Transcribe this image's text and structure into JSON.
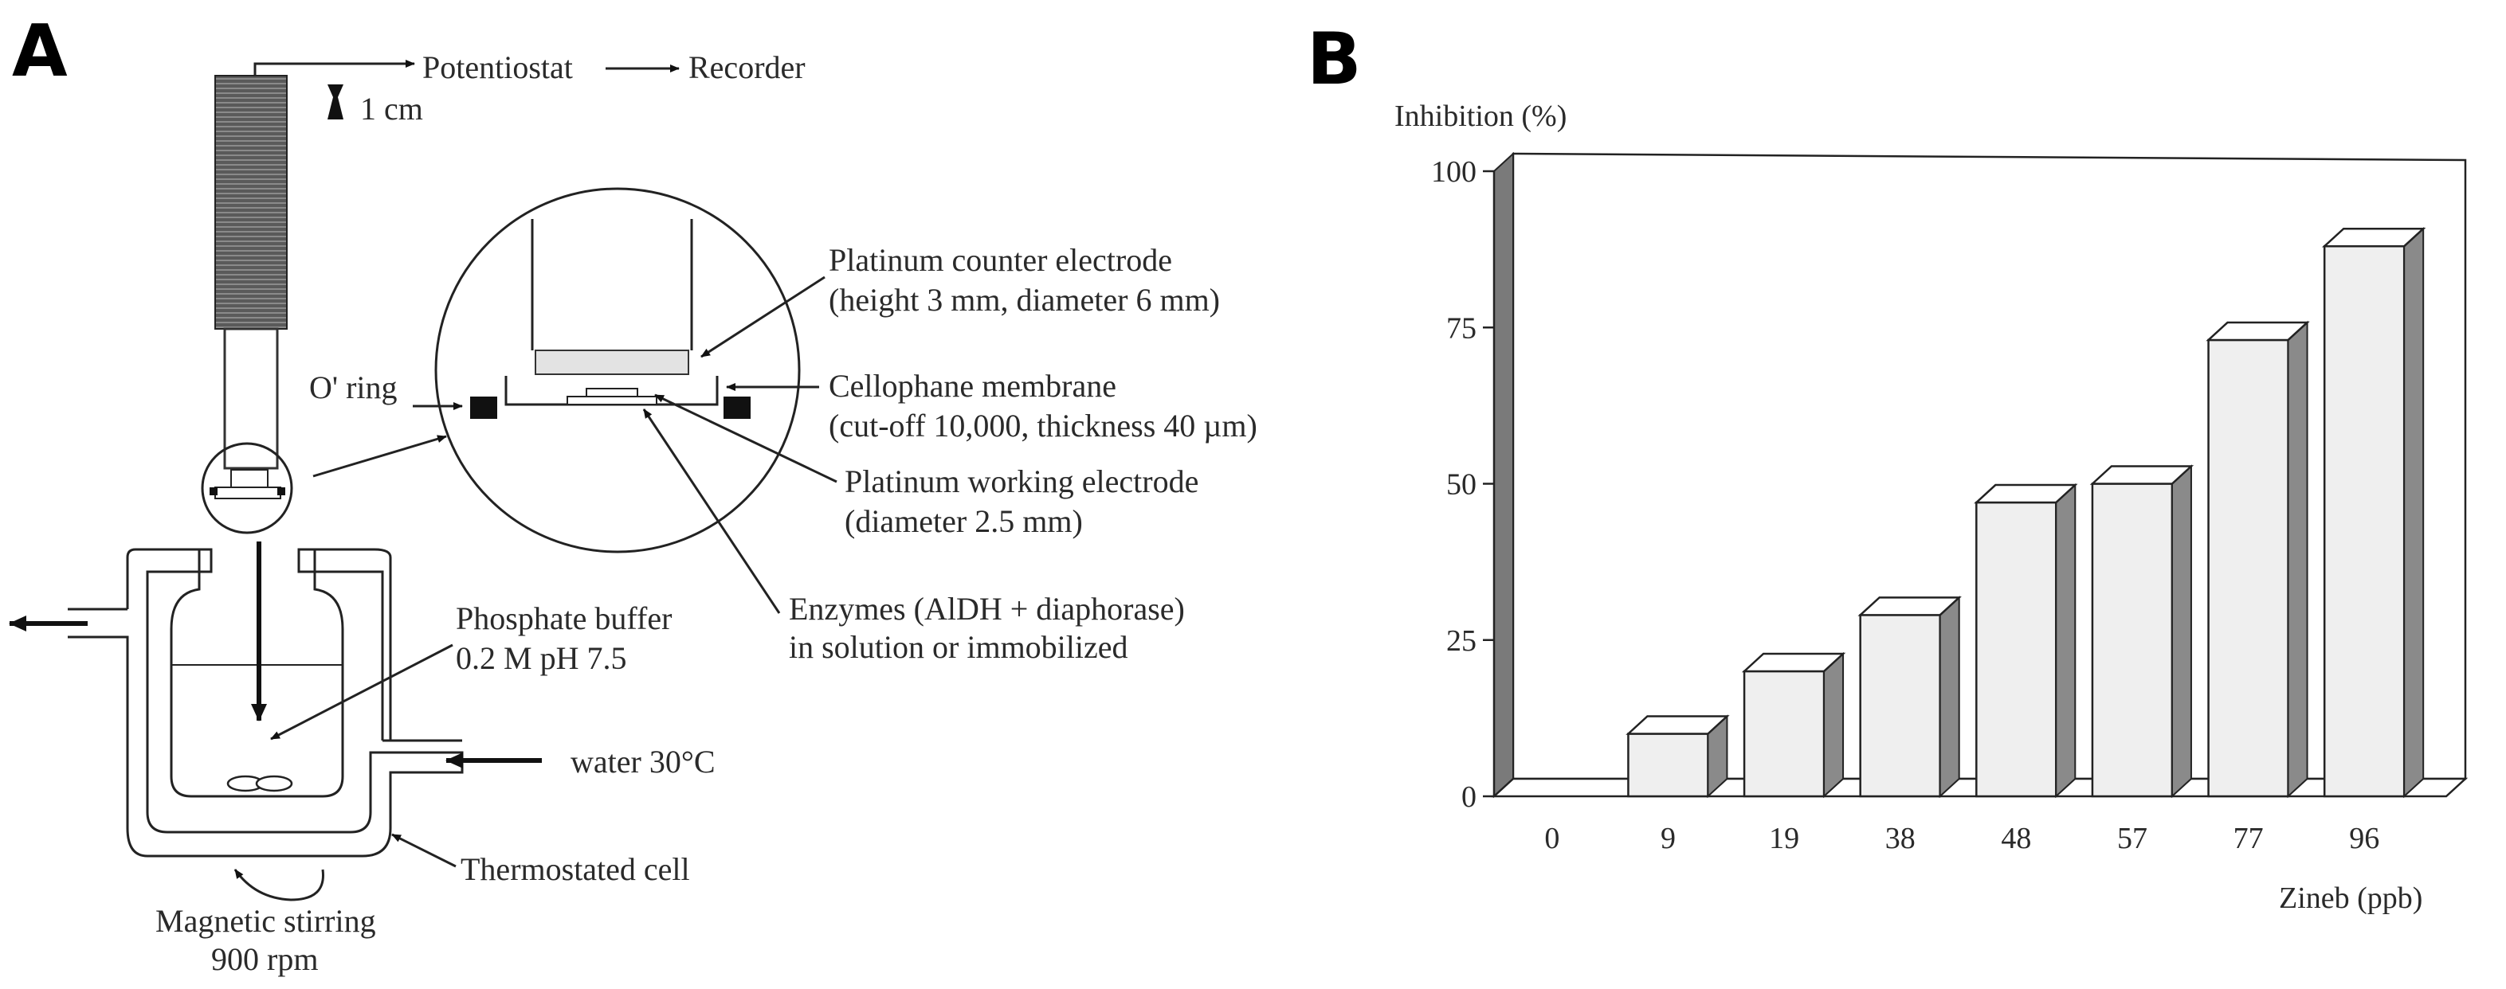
{
  "panel_a": {
    "letter": "A",
    "labels": {
      "potentiostat": "Potentiostat",
      "recorder": "Recorder",
      "scale": "1 cm",
      "oring": "O' ring",
      "counter_electrode": "Platinum counter electrode",
      "counter_electrode_dims": "(height 3 mm, diameter 6 mm)",
      "membrane": "Cellophane membrane",
      "membrane_specs": "(cut-off 10,000, thickness 40 µm)",
      "working_electrode": "Platinum working electrode",
      "working_electrode_dims": "(diameter 2.5 mm)",
      "enzymes": "Enzymes (AlDH + diaphorase)",
      "enzymes_state": "in solution or immobilized",
      "buffer": "Phosphate buffer",
      "buffer_specs": "0.2 M pH 7.5",
      "water": "water 30°C",
      "cell": "Thermostated cell",
      "stirring": "Magnetic stirring",
      "stirring_speed": "900 rpm"
    }
  },
  "panel_b": {
    "letter": "B",
    "colors": {
      "bar_front": "#efefef",
      "bar_side": "#8a8a8a",
      "bar_top": "#ffffff",
      "wall": "#7a7a7a"
    }
  },
  "chart_data": {
    "type": "bar",
    "categories": [
      "0",
      "9",
      "19",
      "38",
      "48",
      "57",
      "77",
      "96"
    ],
    "values": [
      0,
      10,
      20,
      29,
      47,
      50,
      73,
      88
    ],
    "ylabel": "Inhibition (%)",
    "xlabel": "Zineb (ppb)",
    "ylim": [
      0,
      100
    ],
    "yticks": [
      "0",
      "25",
      "50",
      "75",
      "100"
    ],
    "style": "3d-bar",
    "grid": false
  }
}
